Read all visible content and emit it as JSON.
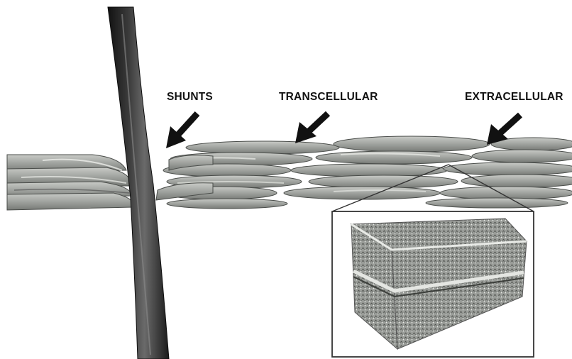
{
  "labels": {
    "shunts": "SHUNTS",
    "transcellular": "TRANSCELLULAR",
    "extracellular": "EXTRACELLULAR"
  },
  "colors": {
    "background": "#ffffff",
    "hair": "#2b2b2b",
    "cell_fill": "#a7aaa6",
    "cell_stroke": "#4a4d4a",
    "arrow": "#111111",
    "inset_frame": "#333333",
    "lipid": "#6f726f"
  },
  "icons": {
    "shunts_arrow": "arrow-down-left-icon",
    "transcellular_arrow": "arrow-down-left-icon",
    "extracellular_arrow": "arrow-down-left-icon"
  }
}
